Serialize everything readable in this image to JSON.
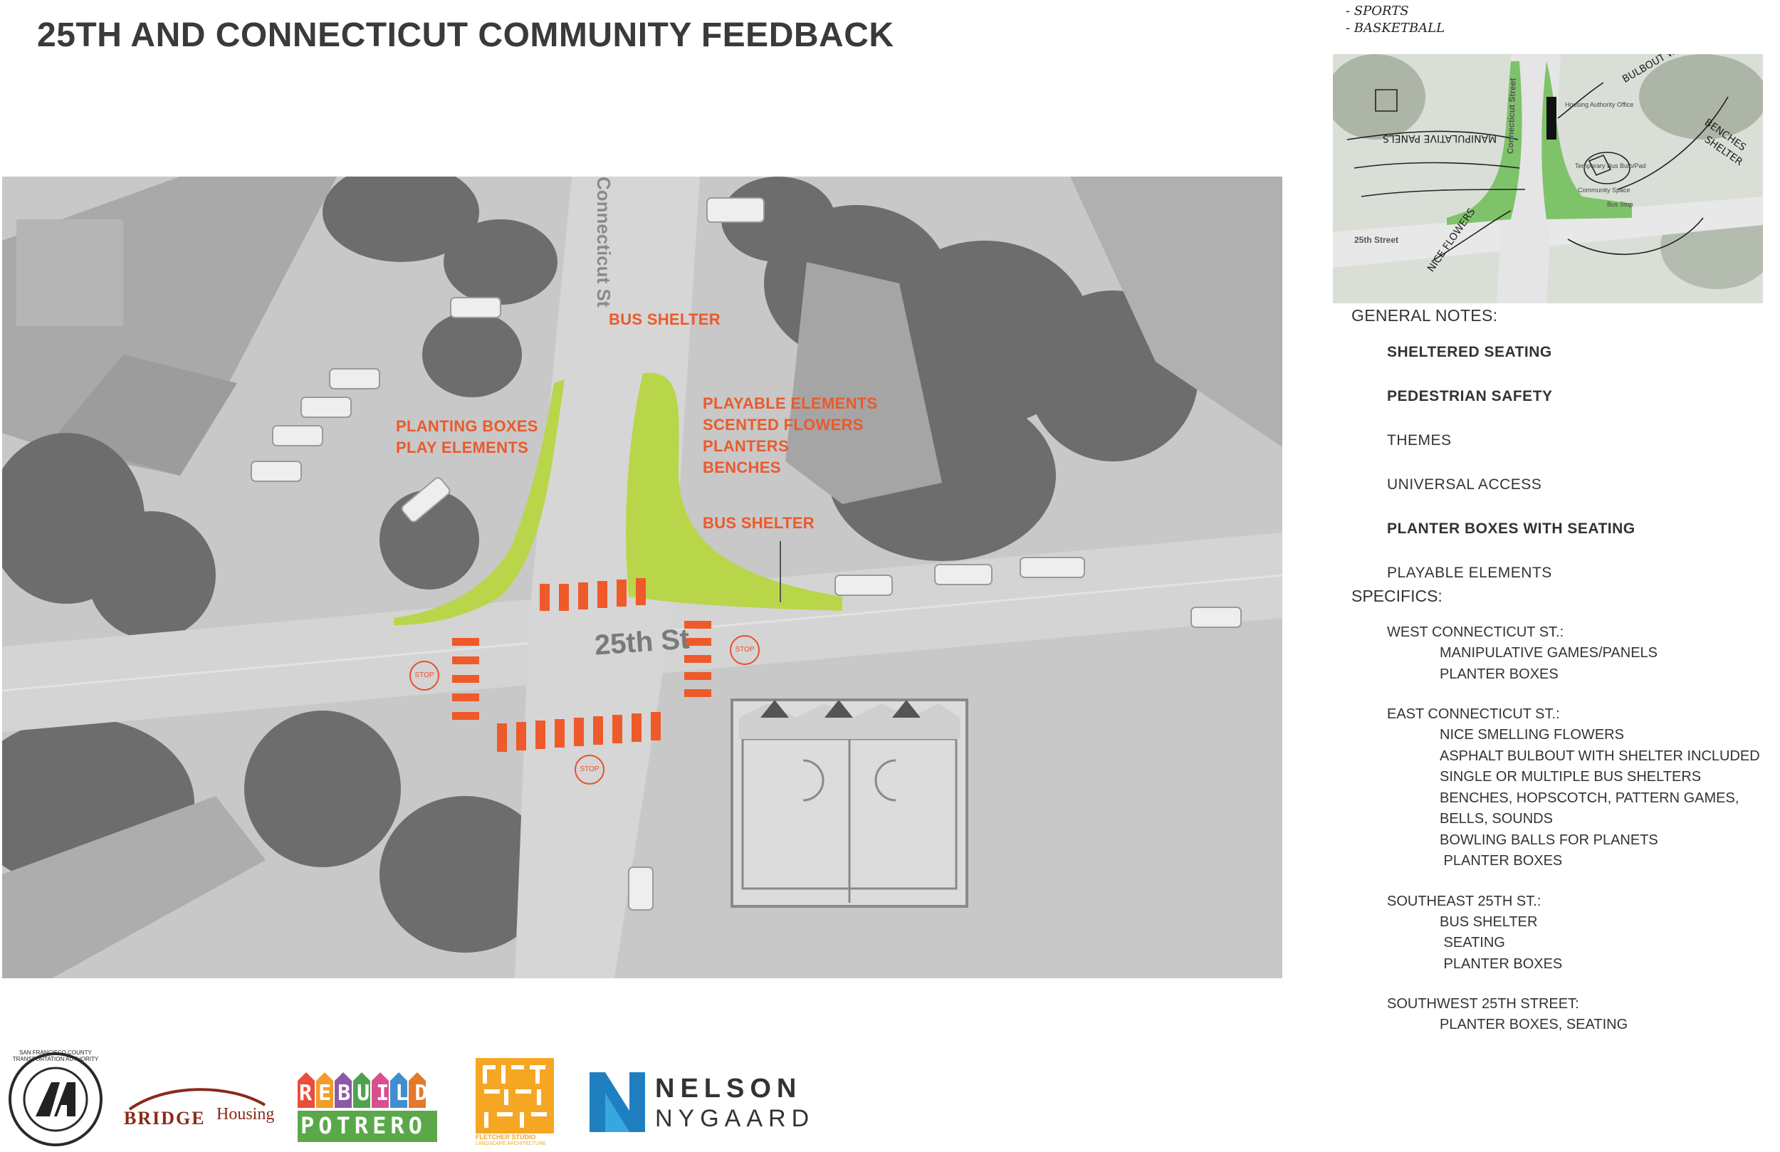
{
  "title": "25TH AND CONNECTICUT COMMUNITY FEEDBACK",
  "map": {
    "street_labels": {
      "main": "25th St",
      "vertical": "Connecticut St"
    },
    "callouts": {
      "bus_shelter_top": "BUS SHELTER",
      "west": [
        "PLANTING BOXES",
        "PLAY ELEMENTS"
      ],
      "east": [
        "PLAYABLE ELEMENTS",
        "SCENTED FLOWERS",
        "PLANTERS",
        "BENCHES"
      ],
      "bus_shelter_east": "BUS SHELTER"
    },
    "stop_sign": "STOP",
    "colors": {
      "buildout": "#b9d64a",
      "crosswalk": "#ef5a2a",
      "label": "#ea5a2c"
    }
  },
  "sketch": {
    "handwritten_top": [
      "- SPORTS",
      "- BASKETBALL"
    ],
    "handwritten_notes": [
      "BULBOUT w/ ASPHALT + w/ SHELTER",
      "BENCHES",
      "SHELTER",
      "NICE FLOWERS",
      "MANIPULATIVE PANELS"
    ],
    "labels": {
      "connecticut": "Connecticut Street",
      "street_25th": "25th Street",
      "housing": "Housing Authority Office",
      "temp_bus": "Temporary Bus Bulb/Pad",
      "community": "Community Space",
      "bus_stop": "Bus Stop"
    }
  },
  "general_notes": {
    "heading": "GENERAL NOTES:",
    "items": [
      {
        "text": "SHELTERED SEATING",
        "bold": true
      },
      {
        "text": "PEDESTRIAN SAFETY",
        "bold": true
      },
      {
        "text": "THEMES",
        "bold": false
      },
      {
        "text": "UNIVERSAL ACCESS",
        "bold": false
      },
      {
        "text": "PLANTER BOXES WITH SEATING",
        "bold": true
      },
      {
        "text": "PLAYABLE ELEMENTS",
        "bold": false
      }
    ]
  },
  "specifics": {
    "heading": "SPECIFICS:",
    "groups": [
      {
        "title": "WEST CONNECTICUT ST.:",
        "items": [
          "MANIPULATIVE GAMES/PANELS",
          "PLANTER BOXES"
        ]
      },
      {
        "title": "EAST CONNECTICUT ST.:",
        "items": [
          "NICE SMELLING FLOWERS",
          "ASPHALT BULBOUT WITH SHELTER INCLUDED",
          "SINGLE OR MULTIPLE BUS SHELTERS",
          "BENCHES, HOPSCOTCH,  PATTERN GAMES,",
          "BELLS, SOUNDS",
          "BOWLING BALLS FOR PLANETS",
          " PLANTER BOXES"
        ]
      },
      {
        "title": "SOUTHEAST 25TH ST.:",
        "items": [
          "BUS SHELTER",
          " SEATING",
          " PLANTER BOXES"
        ]
      },
      {
        "title": "SOUTHWEST 25TH STREET:",
        "items": [
          "PLANTER BOXES, SEATING"
        ]
      }
    ]
  },
  "logos": {
    "sfcta_ring": "SAN FRANCISCO COUNTY TRANSPORTATION AUTHORITY",
    "bridge_a": "BRIDGE",
    "bridge_b": "Housing",
    "rebuild": "REBUILD",
    "potrero": "POTRERO",
    "fletcher_sub": "FLETCHER STUDIO",
    "fletcher_sub2": "LANDSCAPE ARCHITECTURE",
    "nelson": "NELSON",
    "nygaard": "NYGAARD"
  }
}
